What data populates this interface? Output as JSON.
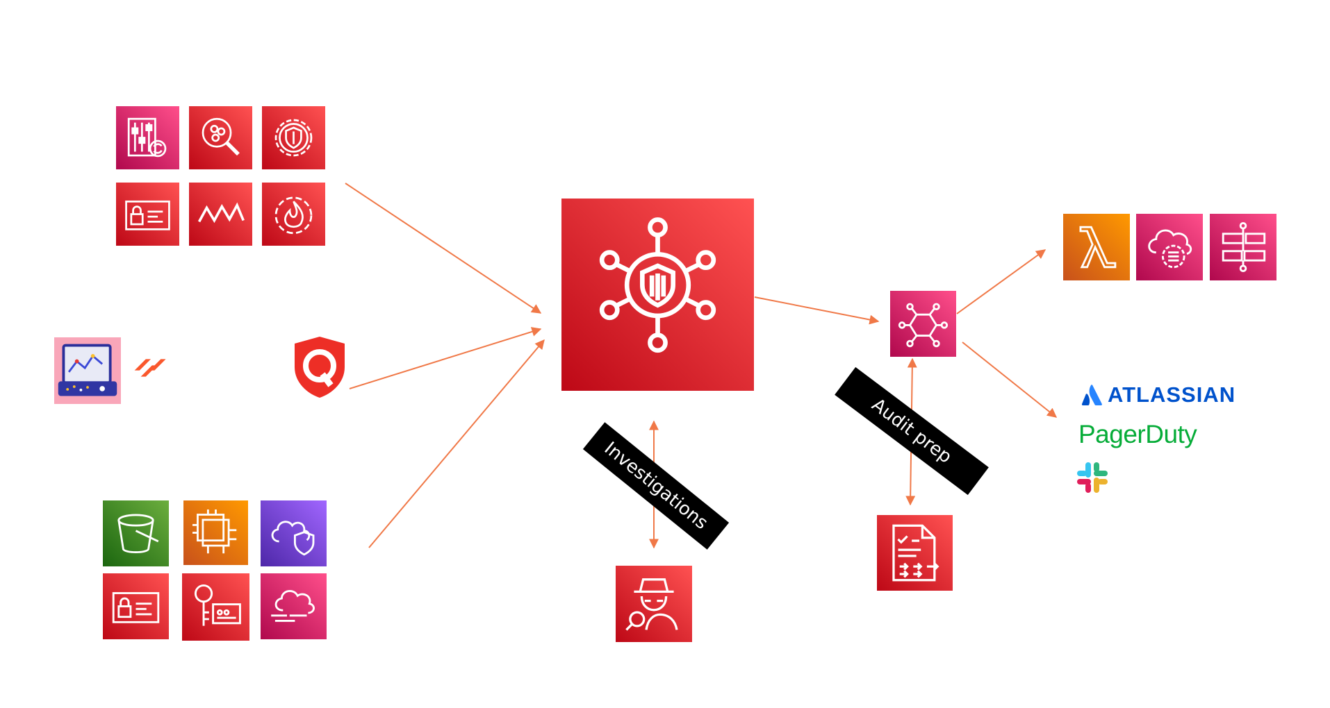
{
  "colors": {
    "red_a": "#bd0816",
    "red_b": "#ff5252",
    "pink_a": "#b0084d",
    "pink_b": "#ff4f8b",
    "orange_a": "#c8511b",
    "orange_b": "#ff9900",
    "green_a": "#1b660f",
    "green_b": "#6cae3e",
    "purple_a": "#4d27a8",
    "purple_b": "#a166ff",
    "arrow": "#f07847",
    "atlassian": "#0052cc",
    "pagerduty": "#06ac38"
  },
  "labels": {
    "investigations": "Investigations",
    "audit_prep": "Audit prep"
  },
  "brands": {
    "atlassian": "ATLASSIAN",
    "pagerduty": "PagerDuty"
  },
  "icons": {
    "hub": "security-hub-icon",
    "eventbridge": "eventbridge-icon",
    "detective": "detective-icon",
    "audit_manager": "audit-manager-icon",
    "lambda": "lambda-icon",
    "systems_manager": "systems-manager-icon",
    "step_functions": "step-functions-icon",
    "qualys": "qualys-icon",
    "paloalto": "palo-alto-icon",
    "slack": "slack-icon"
  }
}
